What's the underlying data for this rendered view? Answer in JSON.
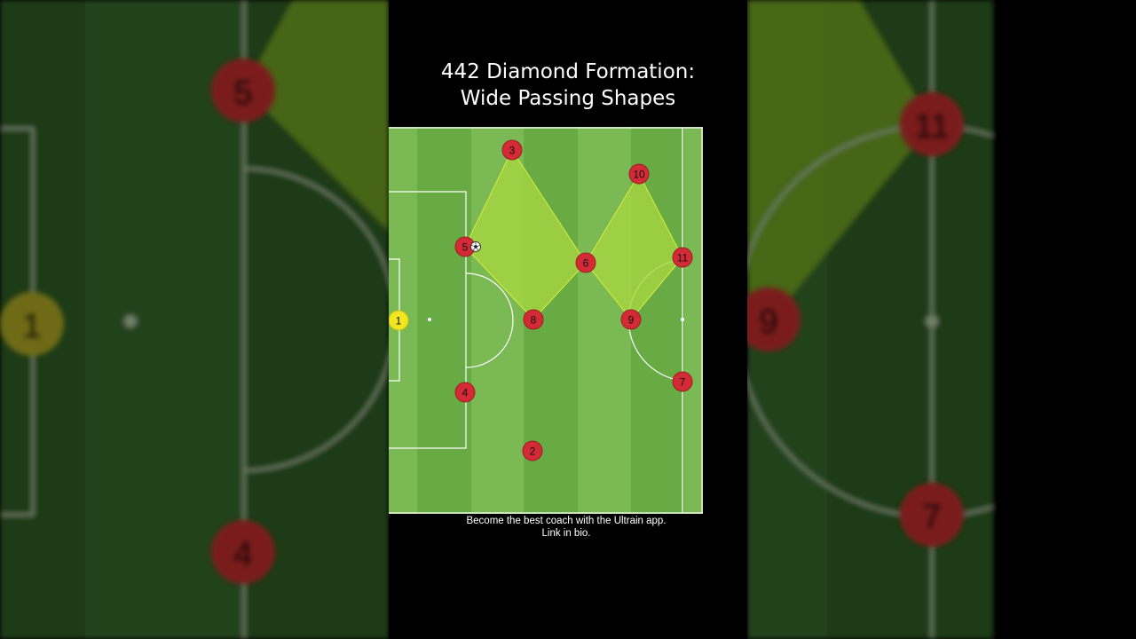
{
  "title_line1": "442 Diamond Formation:",
  "title_line2": "Wide Passing Shapes",
  "caption_line1": "Become the best coach with the Ultrain app.",
  "caption_line2": "Link in bio.",
  "ball_icon": "soccer-ball-icon",
  "colors": {
    "player": "#d42a35",
    "goalkeeper": "#f1e620",
    "pitch_stripe_light": "#7ab954",
    "pitch_stripe_dark": "#68ab45",
    "passing_shape": "#a6d640"
  },
  "players": [
    {
      "number": "1",
      "role": "goalkeeper"
    },
    {
      "number": "2",
      "role": "outfield"
    },
    {
      "number": "3",
      "role": "outfield"
    },
    {
      "number": "4",
      "role": "outfield"
    },
    {
      "number": "5",
      "role": "outfield",
      "has_ball": true
    },
    {
      "number": "6",
      "role": "outfield"
    },
    {
      "number": "7",
      "role": "outfield"
    },
    {
      "number": "8",
      "role": "outfield"
    },
    {
      "number": "9",
      "role": "outfield"
    },
    {
      "number": "10",
      "role": "outfield"
    },
    {
      "number": "11",
      "role": "outfield"
    }
  ],
  "passing_shapes": [
    [
      "5",
      "3",
      "6",
      "8"
    ],
    [
      "6",
      "10",
      "11",
      "9"
    ]
  ],
  "background_blur": {
    "left_labels": [
      "5",
      "1",
      "4"
    ],
    "right_labels": [
      "11",
      "9",
      "7"
    ]
  }
}
